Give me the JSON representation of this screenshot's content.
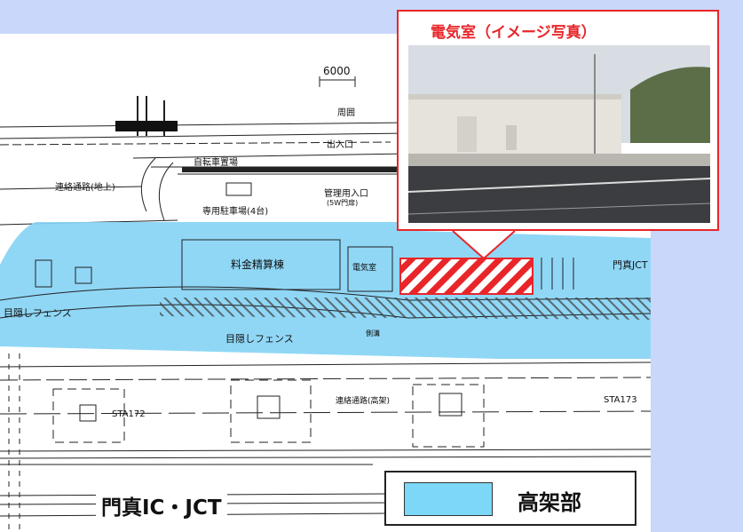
{
  "callout": {
    "title": "電気室（イメージ写真）"
  },
  "legend": {
    "label": "高架部",
    "swatch_color": "#7dd7f6"
  },
  "location": {
    "name": "門真IC・JCT"
  },
  "drawing": {
    "dimension": "6000",
    "labels": {
      "shumoku": "周囲",
      "bike_parking": "自転車置場",
      "entrance": "出入口",
      "maintenance_entrance": "管理用入口",
      "maintenance_note": "(5W門扉)",
      "contact_path": "連絡通路(地上)",
      "staff_parking": "専用駐車場(4台)",
      "toll_building": "料金精算棟",
      "elec_room_short": "電気室",
      "fence": "目隠しフェンス",
      "fence2": "目隠しフェンス",
      "side_ditch": "側溝",
      "contact_path2": "連絡通路(高架)",
      "sta172": "STA172",
      "sta173": "STA173",
      "kadoma_right": "門真JCT"
    },
    "elevated_color": "#87d4f5",
    "highlight_color": "#e8262a"
  }
}
